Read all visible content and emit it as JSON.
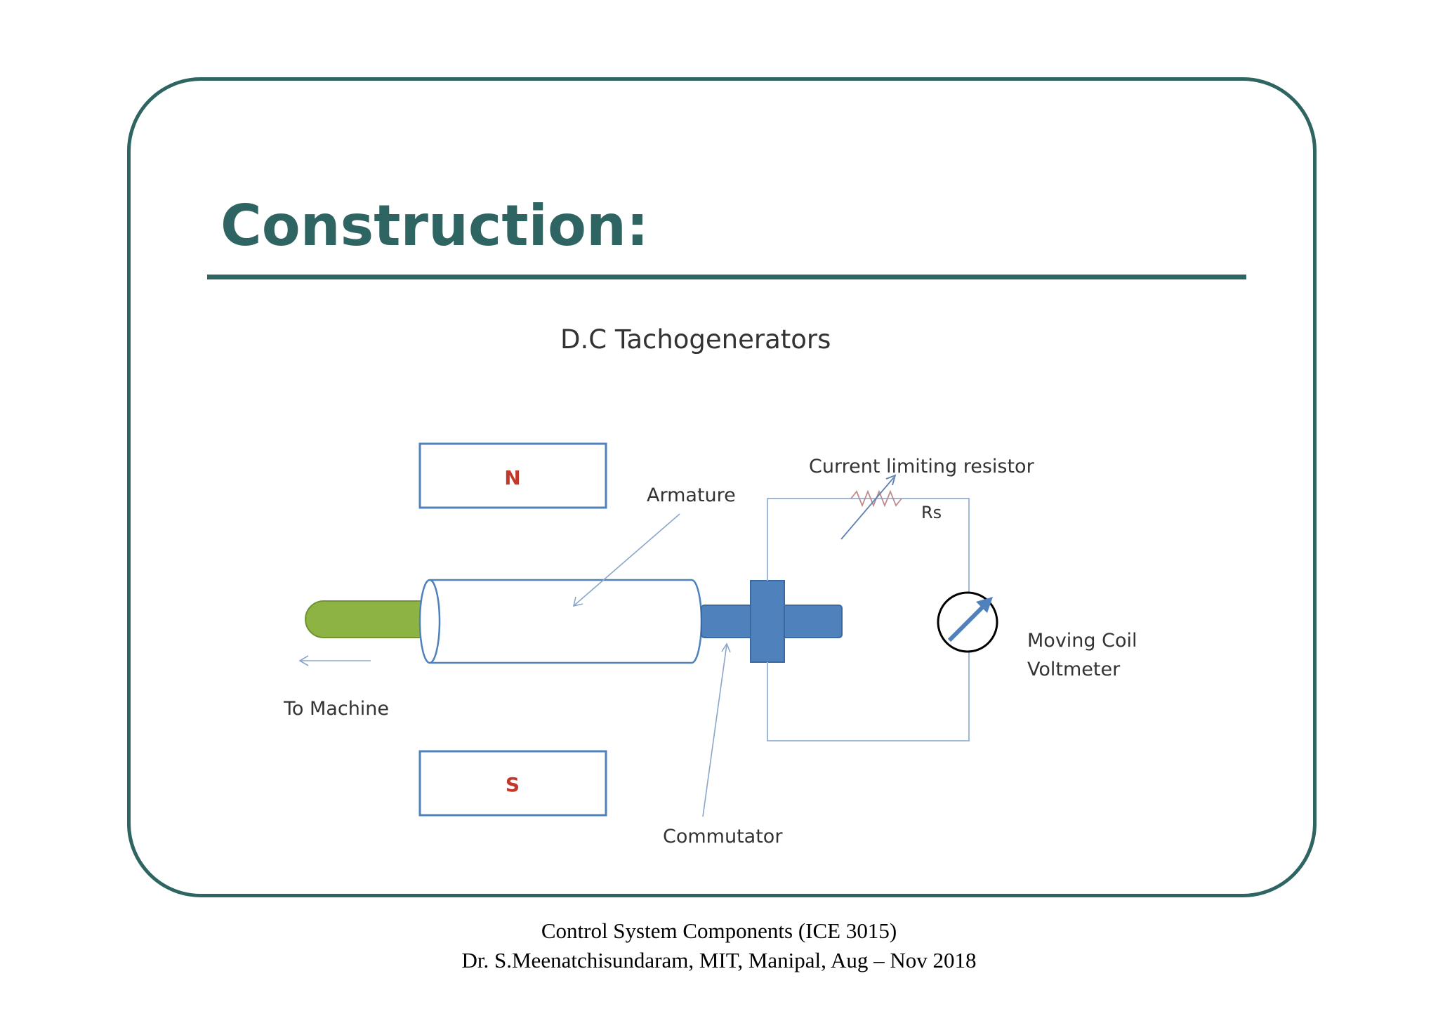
{
  "slide": {
    "title": "Construction:"
  },
  "diagram": {
    "heading": "D.C Tachogenerators",
    "labels": {
      "north_pole": "N",
      "south_pole": "S",
      "armature": "Armature",
      "current_limiting_resistor": "Current limiting resistor",
      "rs": "Rs",
      "moving_coil_line1": "Moving Coil",
      "moving_coil_line2": "Voltmeter",
      "to_machine": "To Machine",
      "commutator": "Commutator"
    },
    "colors": {
      "frame": "#2e6461",
      "pole_outline": "#4f81bd",
      "pole_letter": "#c0392b",
      "shaft": "#8db443",
      "commutator": "#4f81bd",
      "wire": "#9fb8d8"
    }
  },
  "footer": {
    "line1": "Control System Components (ICE 3015)",
    "line2": "Dr. S.Meenatchisundaram, MIT, Manipal, Aug – Nov 2018"
  }
}
